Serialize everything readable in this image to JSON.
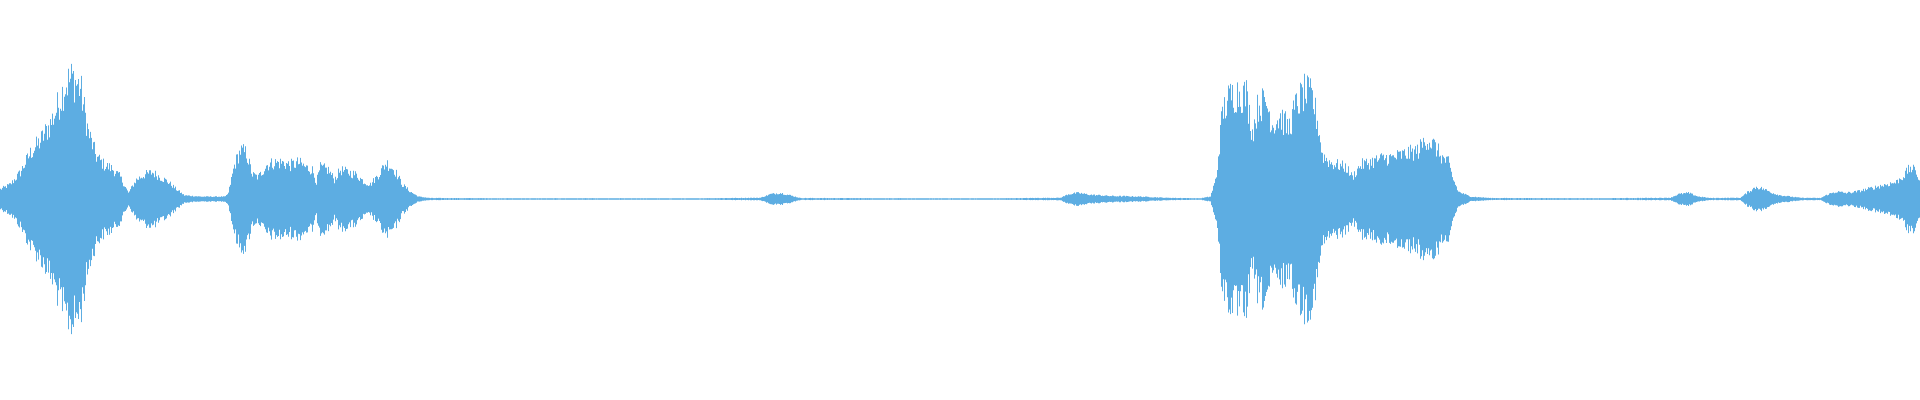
{
  "waveform": {
    "color": "#5DADE2",
    "background": "#FFFFFF",
    "samples_per_segment": "auto",
    "envelope": [
      [
        0,
        0.08
      ],
      [
        10,
        0.12
      ],
      [
        20,
        0.22
      ],
      [
        30,
        0.38
      ],
      [
        40,
        0.48
      ],
      [
        50,
        0.62
      ],
      [
        58,
        0.78
      ],
      [
        65,
        0.95
      ],
      [
        72,
        1.0
      ],
      [
        80,
        0.92
      ],
      [
        88,
        0.55
      ],
      [
        96,
        0.35
      ],
      [
        104,
        0.28
      ],
      [
        112,
        0.25
      ],
      [
        120,
        0.18
      ],
      [
        128,
        0.05
      ],
      [
        136,
        0.16
      ],
      [
        144,
        0.2
      ],
      [
        152,
        0.22
      ],
      [
        160,
        0.18
      ],
      [
        168,
        0.14
      ],
      [
        176,
        0.08
      ],
      [
        184,
        0.03
      ],
      [
        200,
        0.02
      ],
      [
        215,
        0.02
      ],
      [
        225,
        0.02
      ],
      [
        228,
        0.05
      ],
      [
        234,
        0.28
      ],
      [
        240,
        0.4
      ],
      [
        246,
        0.38
      ],
      [
        252,
        0.2
      ],
      [
        258,
        0.18
      ],
      [
        266,
        0.28
      ],
      [
        274,
        0.3
      ],
      [
        282,
        0.3
      ],
      [
        290,
        0.28
      ],
      [
        298,
        0.3
      ],
      [
        306,
        0.26
      ],
      [
        312,
        0.24
      ],
      [
        316,
        0.14
      ],
      [
        320,
        0.26
      ],
      [
        328,
        0.24
      ],
      [
        334,
        0.16
      ],
      [
        340,
        0.24
      ],
      [
        348,
        0.22
      ],
      [
        356,
        0.2
      ],
      [
        364,
        0.14
      ],
      [
        370,
        0.12
      ],
      [
        378,
        0.2
      ],
      [
        386,
        0.3
      ],
      [
        394,
        0.24
      ],
      [
        402,
        0.12
      ],
      [
        410,
        0.06
      ],
      [
        418,
        0.02
      ],
      [
        430,
        0.008
      ],
      [
        500,
        0.006
      ],
      [
        600,
        0.006
      ],
      [
        700,
        0.006
      ],
      [
        760,
        0.01
      ],
      [
        770,
        0.04
      ],
      [
        780,
        0.05
      ],
      [
        790,
        0.03
      ],
      [
        800,
        0.008
      ],
      [
        900,
        0.006
      ],
      [
        1000,
        0.006
      ],
      [
        1060,
        0.01
      ],
      [
        1068,
        0.04
      ],
      [
        1078,
        0.05
      ],
      [
        1090,
        0.035
      ],
      [
        1110,
        0.025
      ],
      [
        1140,
        0.02
      ],
      [
        1165,
        0.01
      ],
      [
        1200,
        0.006
      ],
      [
        1210,
        0.02
      ],
      [
        1216,
        0.18
      ],
      [
        1222,
        0.72
      ],
      [
        1230,
        0.85
      ],
      [
        1238,
        0.88
      ],
      [
        1246,
        0.86
      ],
      [
        1252,
        0.55
      ],
      [
        1258,
        0.78
      ],
      [
        1266,
        0.8
      ],
      [
        1272,
        0.62
      ],
      [
        1280,
        0.68
      ],
      [
        1288,
        0.58
      ],
      [
        1296,
        0.78
      ],
      [
        1304,
        0.88
      ],
      [
        1312,
        0.84
      ],
      [
        1318,
        0.6
      ],
      [
        1322,
        0.36
      ],
      [
        1330,
        0.3
      ],
      [
        1338,
        0.28
      ],
      [
        1346,
        0.26
      ],
      [
        1352,
        0.18
      ],
      [
        1360,
        0.28
      ],
      [
        1368,
        0.3
      ],
      [
        1376,
        0.32
      ],
      [
        1384,
        0.34
      ],
      [
        1392,
        0.34
      ],
      [
        1400,
        0.36
      ],
      [
        1410,
        0.38
      ],
      [
        1418,
        0.4
      ],
      [
        1426,
        0.5
      ],
      [
        1434,
        0.44
      ],
      [
        1442,
        0.34
      ],
      [
        1448,
        0.3
      ],
      [
        1452,
        0.18
      ],
      [
        1458,
        0.06
      ],
      [
        1470,
        0.02
      ],
      [
        1490,
        0.008
      ],
      [
        1600,
        0.006
      ],
      [
        1670,
        0.01
      ],
      [
        1678,
        0.04
      ],
      [
        1688,
        0.05
      ],
      [
        1698,
        0.02
      ],
      [
        1710,
        0.008
      ],
      [
        1740,
        0.01
      ],
      [
        1748,
        0.06
      ],
      [
        1756,
        0.1
      ],
      [
        1764,
        0.08
      ],
      [
        1772,
        0.05
      ],
      [
        1780,
        0.03
      ],
      [
        1790,
        0.02
      ],
      [
        1800,
        0.01
      ],
      [
        1820,
        0.008
      ],
      [
        1828,
        0.04
      ],
      [
        1836,
        0.06
      ],
      [
        1846,
        0.05
      ],
      [
        1856,
        0.06
      ],
      [
        1866,
        0.08
      ],
      [
        1876,
        0.1
      ],
      [
        1886,
        0.12
      ],
      [
        1896,
        0.14
      ],
      [
        1904,
        0.2
      ],
      [
        1910,
        0.26
      ],
      [
        1916,
        0.22
      ],
      [
        1920,
        0.14
      ]
    ]
  }
}
